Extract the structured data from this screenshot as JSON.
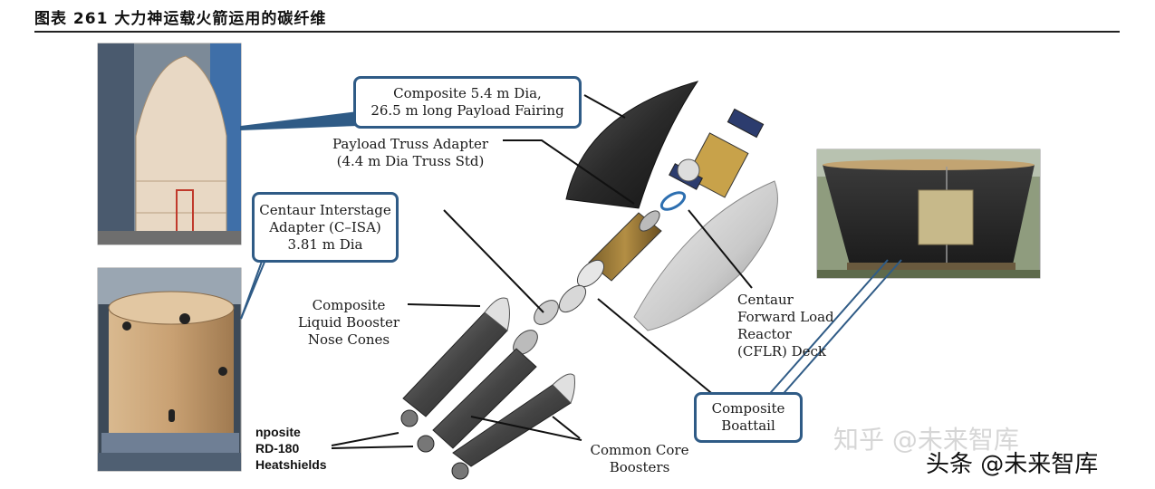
{
  "figure": {
    "title": "图表 261  大力神运载火箭运用的碳纤维"
  },
  "labels": {
    "fairing": "Composite 5.4 m Dia,\n26.5 m long Payload Fairing",
    "truss": "Payload Truss Adapter\n(4.4 m Dia Truss Std)",
    "cisa": "Centaur Interstage\nAdapter (C–ISA)\n3.81 m Dia",
    "nose_cones": "Composite\nLiquid Booster\nNose Cones",
    "cflr": "Centaur\nForward Load\nReactor\n(CFLR) Deck",
    "boattail": "Composite\nBoattail",
    "rd180": "nposite\nRD-180\nHeatshields",
    "ccb": "Common Core\nBoosters"
  },
  "watermark": {
    "faint": "知乎 @未来智库",
    "dark": "头条 @未来智库"
  },
  "colors": {
    "callout_border": "#2f5b86",
    "rule": "#222222"
  }
}
